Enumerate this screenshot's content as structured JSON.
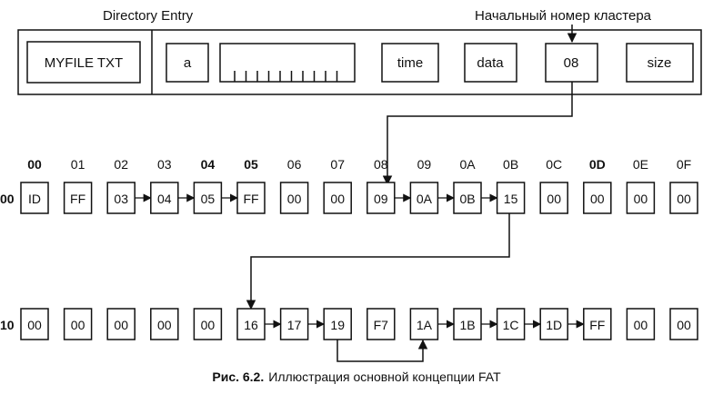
{
  "directory_entry": {
    "title": "Directory Entry",
    "start_cluster_caption": "Начальный номер кластера",
    "filename": "MYFILE TXT",
    "attr": "a",
    "time": "time",
    "date": "data",
    "start_cluster": "08",
    "size": "size"
  },
  "fat": {
    "column_headers": [
      "00",
      "01",
      "02",
      "03",
      "04",
      "05",
      "06",
      "07",
      "08",
      "09",
      "0A",
      "0B",
      "0C",
      "0D",
      "0E",
      "0F"
    ],
    "rows": [
      {
        "label": "00",
        "cells": [
          "ID",
          "FF",
          "03",
          "04",
          "05",
          "FF",
          "00",
          "00",
          "09",
          "0A",
          "0B",
          "15",
          "00",
          "00",
          "00",
          "00"
        ]
      },
      {
        "label": "10",
        "cells": [
          "00",
          "00",
          "00",
          "00",
          "00",
          "16",
          "17",
          "19",
          "F7",
          "1A",
          "1B",
          "1C",
          "1D",
          "FF",
          "00",
          "00"
        ]
      }
    ]
  },
  "caption": {
    "prefix": "Рис. 6.2.",
    "text": "Иллюстрация основной концепции FAT"
  }
}
